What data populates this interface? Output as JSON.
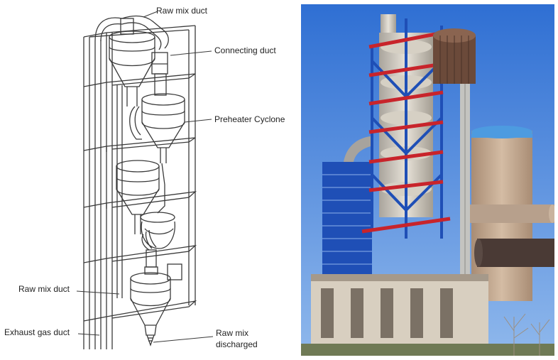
{
  "labels": {
    "raw_mix_duct_top": "Raw mix duct",
    "connecting_duct": "Connecting duct",
    "preheater_cyclone": "Preheater Cyclone",
    "raw_mix_duct_side": "Raw mix duct",
    "exhaust_gas_duct": "Exhaust gas duct",
    "raw_mix_discharged_line1": "Raw mix",
    "raw_mix_discharged_line2": "discharged"
  },
  "colors": {
    "line": "#3a3a3a",
    "sky": "#2f6fd3",
    "steel_blue": "#1f4fb6",
    "steel_red": "#c8242b",
    "concrete": "#d8cfc0",
    "silo": "#c6ad94",
    "silo_cap": "#4d9be0",
    "dark_tank": "#6b4a3a"
  }
}
